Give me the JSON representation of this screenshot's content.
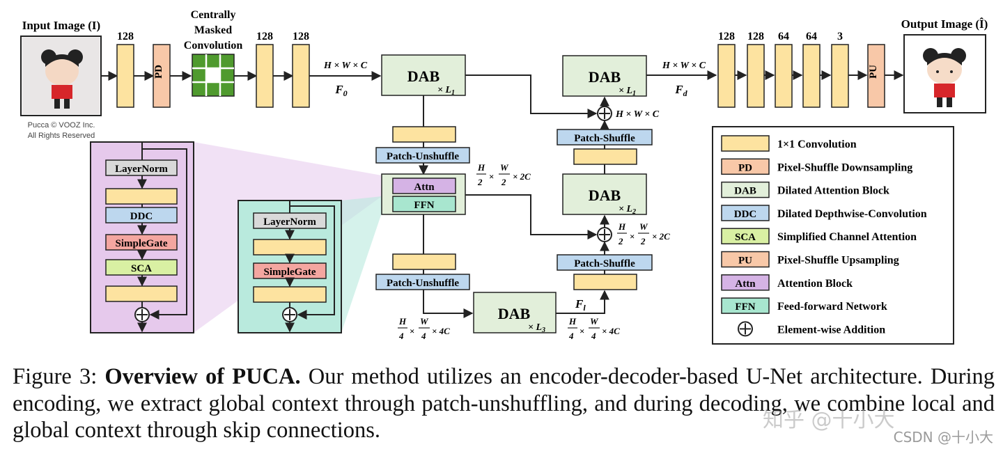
{
  "figure": {
    "input_label": "Input Image (I)",
    "output_label": "Output Image (Î)",
    "credit_line1": "Pucca © VOOZ Inc.",
    "credit_line2": "All Rights Reserved",
    "centrally_masked": [
      "Centrally",
      "Masked",
      "Convolution"
    ],
    "enc_channels": [
      "128",
      "128",
      "128"
    ],
    "dec_channels": [
      "128",
      "128",
      "64",
      "64",
      "3"
    ],
    "pd_label": "PD",
    "pu_label": "PU",
    "dab_label": "DAB",
    "dab_levels": [
      "× L",
      "× L",
      "× L",
      "× L"
    ],
    "dab_subs": [
      "1",
      "1",
      "2",
      "3"
    ],
    "patch_unshuffle": "Patch-Unshuffle",
    "patch_shuffle": "Patch-Shuffle",
    "attn": "Attn",
    "ffn": "FFN",
    "dim_hwc": "H × W × C",
    "dim_half": "× 2C",
    "dim_quarter": "× 4C",
    "f0": "F",
    "f0_sub": "0",
    "fd": "F",
    "fd_sub": "d",
    "fl": "F",
    "fl_sub": "l",
    "block1": [
      "LayerNorm",
      "DDC",
      "SimpleGate",
      "SCA"
    ],
    "block2": [
      "LayerNorm",
      "SimpleGate"
    ],
    "legend": [
      {
        "key": "",
        "text": "1×1 Convolution",
        "color": "#fde3a0"
      },
      {
        "key": "PD",
        "text": "Pixel-Shuffle Downsampling",
        "color": "#f8c8a8"
      },
      {
        "key": "DAB",
        "text": "Dilated Attention Block",
        "color": "#e2efda"
      },
      {
        "key": "DDC",
        "text": "Dilated Depthwise-Convolution",
        "color": "#bdd7ee"
      },
      {
        "key": "SCA",
        "text": "Simplified Channel Attention",
        "color": "#d9f0a3"
      },
      {
        "key": "PU",
        "text": "Pixel-Shuffle Upsampling",
        "color": "#f8c8a8"
      },
      {
        "key": "Attn",
        "text": "Attention Block",
        "color": "#d5b3e5"
      },
      {
        "key": "FFN",
        "text": "Feed-forward Network",
        "color": "#a8e6cf"
      },
      {
        "key": "⊕",
        "text": "Element-wise Addition",
        "color": "#ffffff"
      }
    ]
  },
  "caption": {
    "prefix": "Figure 3: ",
    "title": "Overview of PUCA.",
    "body": " Our method utilizes an encoder-decoder-based U-Net architecture. During encoding, we extract global context through patch-unshuffling, and during decoding, we combine local and global context through skip connections."
  },
  "watermark": "CSDN @十小大",
  "watermark2": "知乎 @十小大"
}
